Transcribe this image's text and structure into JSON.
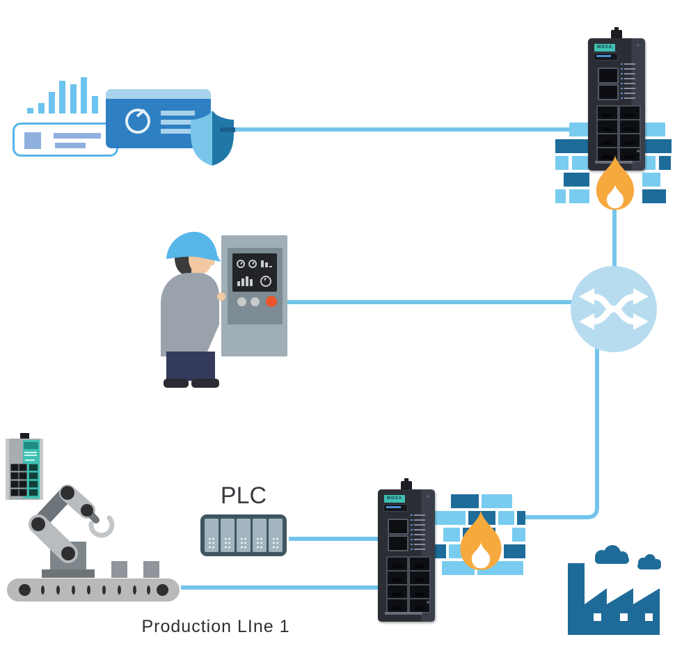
{
  "title": "Industrial secure network diagram",
  "labels": {
    "plc": "PLC",
    "production_line": "Production LIne 1",
    "moxa": "MOXA"
  },
  "colors": {
    "background": "#ffffff",
    "connection_line": "#73c5eb",
    "brick_light": "#79ccf0",
    "brick_dark": "#1d6c99",
    "flame": "#f6a93d",
    "flame_inner": "#ffffff",
    "router_circle": "#b7dcef",
    "factory_blue": "#1e6b99",
    "moxa_teal": "#3ec0b2",
    "device_body": "#2b2d35",
    "alert_button_orange": "#e8562a",
    "shield_light": "#79c6ea",
    "shield_dark": "#2078a8"
  },
  "diagram": {
    "nodes": [
      {
        "id": "dashboard-shield",
        "name": "monitoring-dashboard-with-shield"
      },
      {
        "id": "edr-top",
        "name": "industrial-secure-router-top",
        "label": "MOXA"
      },
      {
        "id": "firewall-top",
        "name": "firewall-brick-wall-with-flame"
      },
      {
        "id": "switch-hub",
        "name": "network-crossover-switch-circle"
      },
      {
        "id": "hmi-operator",
        "name": "operator-at-control-panel"
      },
      {
        "id": "plc",
        "name": "plc-controller",
        "label": "PLC"
      },
      {
        "id": "edr-bottom",
        "name": "industrial-secure-router-bottom",
        "label": "MOXA"
      },
      {
        "id": "firewall-bottom",
        "name": "firewall-brick-wall-with-flame"
      },
      {
        "id": "production-line",
        "name": "robot-arm-and-conveyor",
        "label": "Production LIne 1"
      },
      {
        "id": "edge-switch",
        "name": "din-rail-ethernet-switch"
      },
      {
        "id": "factory",
        "name": "factory-silhouette-with-clouds"
      }
    ],
    "edges": [
      [
        "dashboard-shield",
        "edr-top"
      ],
      [
        "edr-top",
        "switch-hub"
      ],
      [
        "hmi-operator",
        "switch-hub"
      ],
      [
        "switch-hub",
        "firewall-bottom"
      ],
      [
        "plc",
        "edr-bottom"
      ],
      [
        "production-line",
        "edr-bottom"
      ]
    ]
  }
}
